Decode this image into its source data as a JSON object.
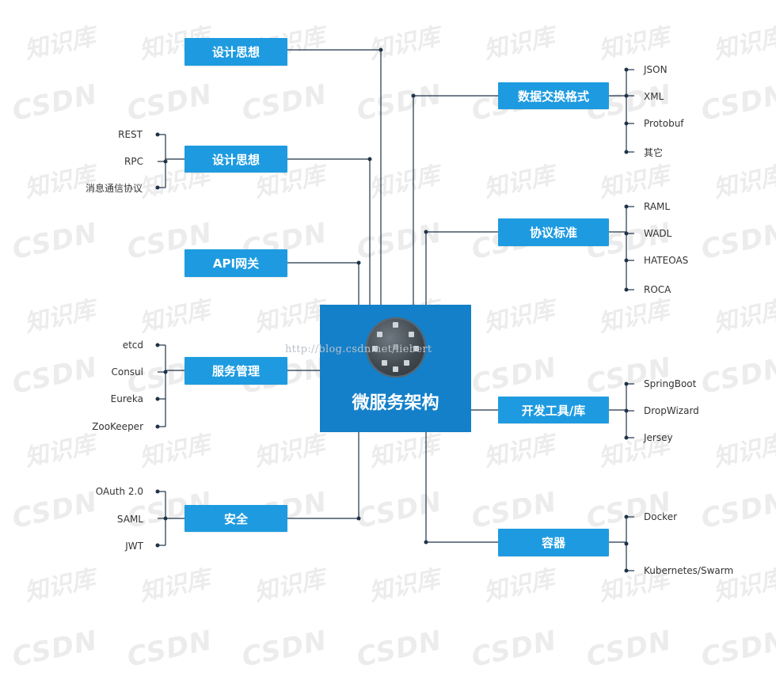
{
  "center": {
    "title": "微服务架构"
  },
  "watermark": {
    "url": "http://blog.csdn.net/liebert",
    "brand_zh": "知识库",
    "brand_en": "CSDN"
  },
  "left": [
    {
      "label": "设计思想",
      "items": []
    },
    {
      "label": "设计思想",
      "items": [
        "REST",
        "RPC",
        "消息通信协议"
      ]
    },
    {
      "label": "API网关",
      "items": []
    },
    {
      "label": "服务管理",
      "items": [
        "etcd",
        "Consul",
        "Eureka",
        "ZooKeeper"
      ]
    },
    {
      "label": "安全",
      "items": [
        "OAuth 2.0",
        "SAML",
        "JWT"
      ]
    }
  ],
  "right": [
    {
      "label": "数据交换格式",
      "items": [
        "JSON",
        "XML",
        "Protobuf",
        "其它"
      ]
    },
    {
      "label": "协议标准",
      "items": [
        "RAML",
        "WADL",
        "HATEOAS",
        "ROCA"
      ]
    },
    {
      "label": "开发工具/库",
      "items": [
        "SpringBoot",
        "DropWizard",
        "Jersey"
      ]
    },
    {
      "label": "容器",
      "items": [
        "Docker",
        "Kubernetes/Swarm"
      ]
    }
  ],
  "colors": {
    "box": "#1e9be0",
    "center": "#1480c9",
    "line": "#1f3347"
  }
}
